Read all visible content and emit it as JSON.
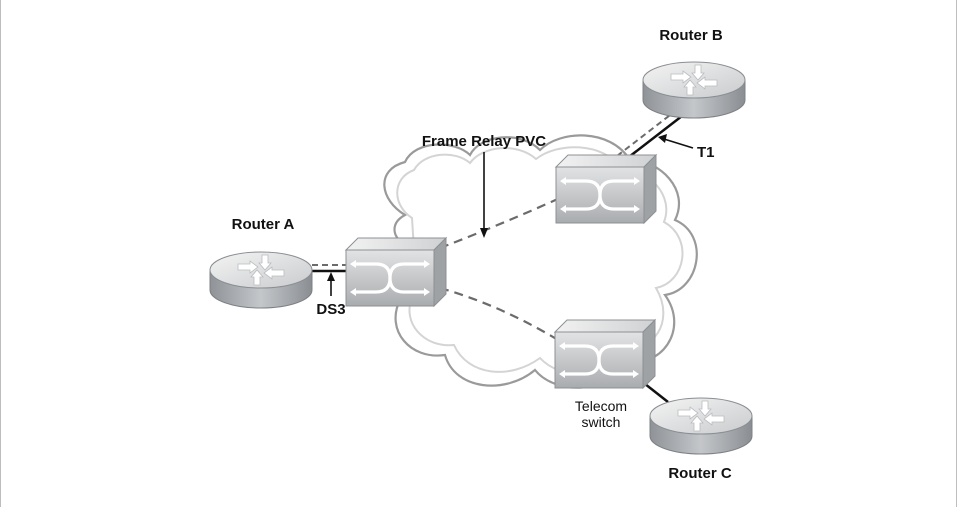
{
  "diagram": {
    "routers": [
      {
        "id": "router-a",
        "label": "Router A"
      },
      {
        "id": "router-b",
        "label": "Router B"
      },
      {
        "id": "router-c",
        "label": "Router C"
      }
    ],
    "cloud_label": "Frame Relay PVC",
    "link_labels": {
      "ds3": "DS3",
      "t1": "T1"
    },
    "switch_label_line1": "Telecom",
    "switch_label_line2": "switch"
  },
  "colors": {
    "cloud_fill": "#ffffff",
    "cloud_stroke": "#9e9e9e",
    "device_body": "#b9bcbf",
    "device_top": "#e6e7e8",
    "link_solid": "#111111",
    "link_dashed": "#6b6b6b"
  }
}
